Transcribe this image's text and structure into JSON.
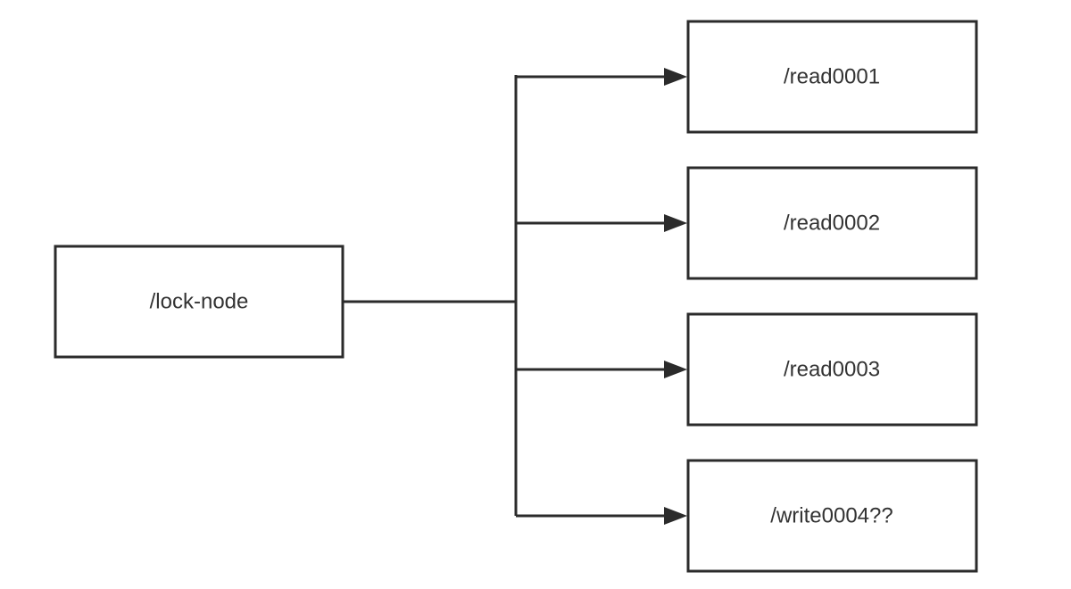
{
  "diagram": {
    "parent": {
      "label": "/lock-node"
    },
    "children": [
      {
        "label": "/read0001"
      },
      {
        "label": "/read0002"
      },
      {
        "label": "/read0003"
      },
      {
        "label": "/write0004??"
      }
    ],
    "colors": {
      "stroke": "#2b2b2b",
      "text": "#333333",
      "background": "#ffffff"
    }
  }
}
